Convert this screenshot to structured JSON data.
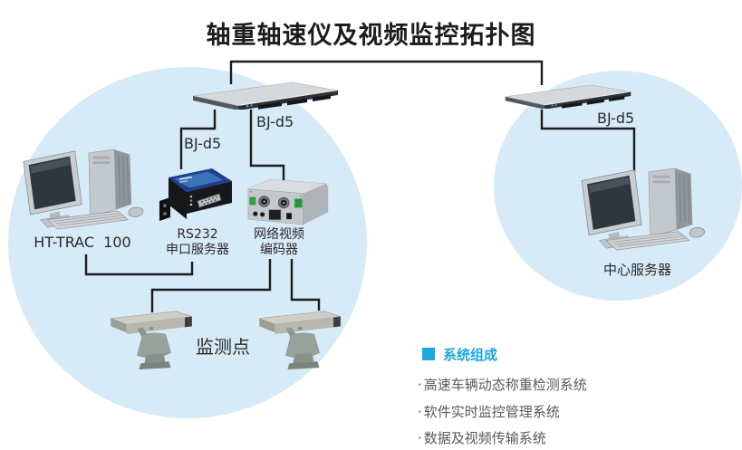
{
  "title": "轴重轴速仪及视频监控拓扑图",
  "links": {
    "left_serial": "BJ-d5",
    "left_encoder": "BJ-d5",
    "right_server": "BJ-d5"
  },
  "devices": {
    "workstation_label": "HT-TRAC  100",
    "serial_server_line1": "RS232",
    "serial_server_line2": "申口服务器",
    "encoder_line1": "网络视频",
    "encoder_line2": "编码器",
    "cameras_label": "监测点",
    "central_server_label": "中心服务器"
  },
  "system_composition": {
    "bullet": "·",
    "heading": "系统组成",
    "items": [
      "高速车辆动态称重检测系统",
      "软件实时监控管理系统",
      "数据及视频传输系统"
    ]
  },
  "colors": {
    "zone_fill": "#d7eaf8",
    "line": "#1c1c1c",
    "accent_blue": "#1ba7e0",
    "list_text": "#595959"
  }
}
